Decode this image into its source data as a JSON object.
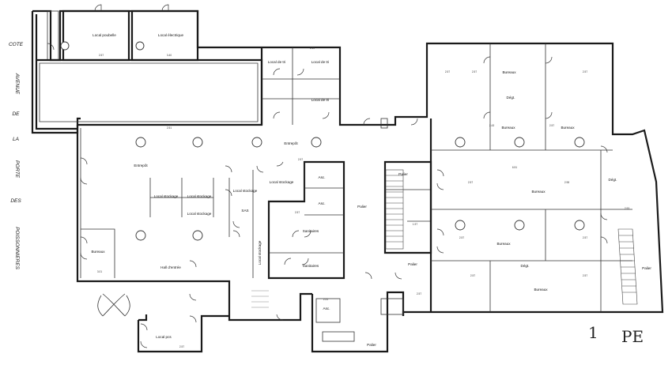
{
  "street_label": [
    "COTE",
    "AVENUE",
    "DE",
    "LA",
    "PORTE",
    "DES",
    "POISSONNIERES"
  ],
  "handwritten": {
    "number": "1",
    "level": "PE"
  },
  "rooms": {
    "local_poubelle": "Local poubelle",
    "local_electrique": "Local électrique",
    "local_2r_1": "Local de tri",
    "local_2r_2": "Local de tri",
    "local_2r_3": "Local de tri",
    "entrepot_1": "Entrepôt",
    "entrepot_2": "Entrepôt",
    "local_stockage_1": "Local stockage",
    "local_stockage_2": "Local stockage",
    "local_stockage_3": "Local stockage",
    "local_stockage_4": "Local stockage",
    "local_stockage_5": "Local stockage",
    "local_stockage_6": "Local stockage",
    "sas": "SAS",
    "asc_1": "Asc.",
    "asc_2": "Asc.",
    "asc_3": "Asc.",
    "sanitaires_1": "Sanitaires",
    "sanitaires_2": "Sanitaires",
    "palier_1": "Palier",
    "palier_2": "Palier",
    "palier_3": "Palier",
    "palier_4": "Palier",
    "palier_5": "Palier",
    "hall_entree": "Hall d'entrée",
    "bureaux_left": "Bureaux",
    "local_pcs": "Local pcs",
    "bureaux_1": "Bureaux",
    "degt_1": "Dégt.",
    "bureaux_2": "Bureaux",
    "bureaux_3": "Bureaux",
    "bureaux_4": "Bureaux",
    "degt_2": "Dégt.",
    "bureaux_5": "Bureaux",
    "degt_3": "Dégt.",
    "bureaux_6": "Bureaux"
  },
  "dims": [
    "2.57",
    "3.40",
    "2.51",
    "2.50",
    "2.57",
    "6.51",
    "2.57",
    "2.57",
    "2.43",
    "2.57",
    "2.57",
    "2.98",
    "2.93",
    "2.57",
    "2.57",
    "2.57",
    "2.57",
    "3.01",
    "2.57",
    "2.57",
    "2.51",
    "2.57",
    "1.97",
    "2.57"
  ]
}
